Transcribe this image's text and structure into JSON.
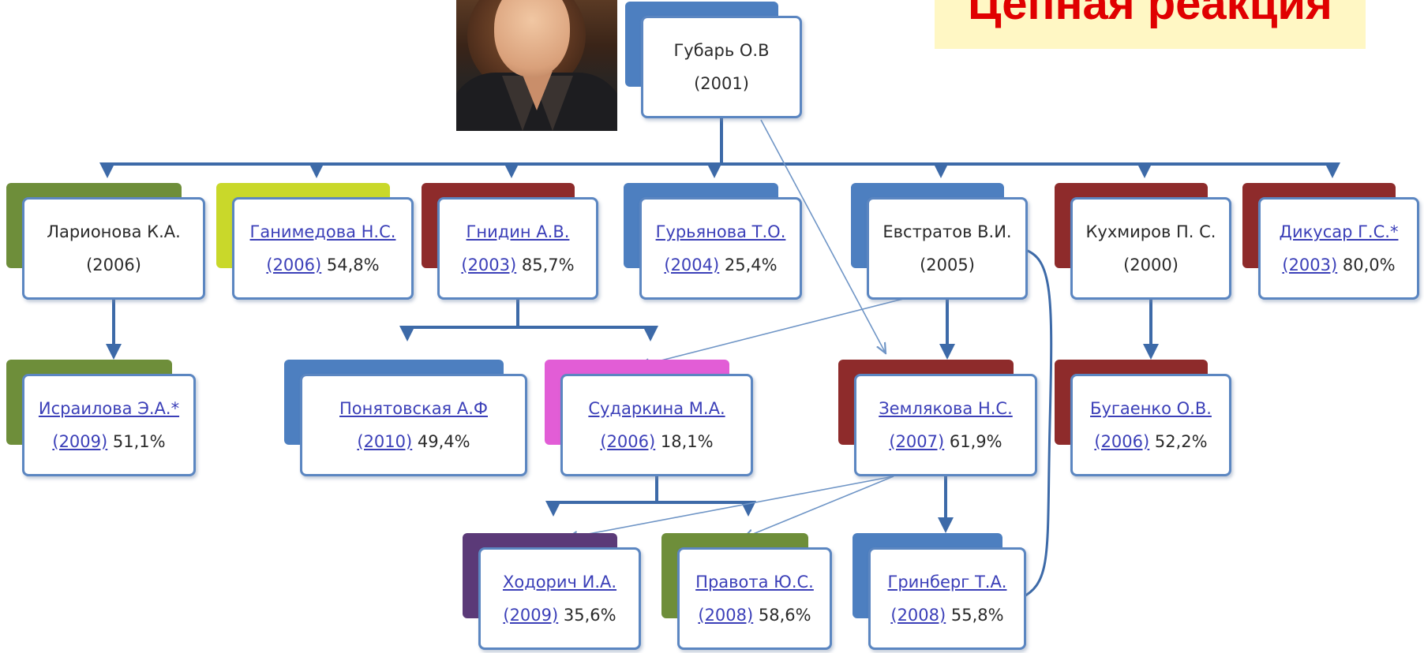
{
  "banner": {
    "title": "Цепная реакция"
  },
  "colors": {
    "blue": "#4d7fc0",
    "green": "#6e8e3a",
    "lime": "#c9d82a",
    "darkred": "#8e2b2b",
    "magenta": "#e25dd6",
    "purple": "#5b3a78",
    "line": "#3d6aa8"
  },
  "nodes": [
    {
      "id": "gubar",
      "name": "Губарь О.В",
      "year": "(2001)",
      "percent": "",
      "linked": false,
      "color": "blue"
    },
    {
      "id": "larionova",
      "name": "Ларионова К.А.",
      "year": "(2006)",
      "percent": "",
      "linked": false,
      "color": "green"
    },
    {
      "id": "ganimedova",
      "name": "Ганимедова Н.С.",
      "year": "(2006)",
      "percent": "54,8%",
      "linked": true,
      "color": "lime"
    },
    {
      "id": "gnidin",
      "name": "Гнидин А.В.",
      "year": "(2003)",
      "percent": "85,7%",
      "linked": true,
      "color": "darkred"
    },
    {
      "id": "guryanova",
      "name": "Гурьянова Т.О.",
      "year": "(2004)",
      "percent": "25,4%",
      "linked": true,
      "color": "blue"
    },
    {
      "id": "evstratov",
      "name": "Евстратов В.И.",
      "year": "(2005)",
      "percent": "",
      "linked": false,
      "color": "blue"
    },
    {
      "id": "kukhmirov",
      "name": "Кухмиров П. С.",
      "year": "(2000)",
      "percent": "",
      "linked": false,
      "color": "darkred"
    },
    {
      "id": "dikusar",
      "name": "Дикусар Г.С.*",
      "year": "(2003)",
      "percent": "80,0%",
      "linked": true,
      "color": "darkred"
    },
    {
      "id": "israilova",
      "name": "Исраилова Э.А.*",
      "year": "(2009)",
      "percent": "51,1%",
      "linked": true,
      "color": "green"
    },
    {
      "id": "ponyatovskaya",
      "name": "Понятовская А.Ф",
      "year": "(2010)",
      "percent": "49,4%",
      "linked": true,
      "color": "blue"
    },
    {
      "id": "sudarkina",
      "name": "Сударкина М.А.",
      "year": "(2006)",
      "percent": "18,1%",
      "linked": true,
      "color": "magenta"
    },
    {
      "id": "zemlyakova",
      "name": "Землякова Н.С.",
      "year": "(2007)",
      "percent": "61,9%",
      "linked": true,
      "color": "darkred"
    },
    {
      "id": "bugaenko",
      "name": "Бугаенко О.В.",
      "year": "(2006)",
      "percent": "52,2%",
      "linked": true,
      "color": "darkred"
    },
    {
      "id": "khodorich",
      "name": "Ходорич И.А.",
      "year": "(2009)",
      "percent": "35,6%",
      "linked": true,
      "color": "purple"
    },
    {
      "id": "pravota",
      "name": "Правота Ю.С.",
      "year": "(2008)",
      "percent": "58,6%",
      "linked": true,
      "color": "green"
    },
    {
      "id": "grinberg",
      "name": "Гринберг Т.А.",
      "year": "(2008)",
      "percent": "55,8%",
      "linked": true,
      "color": "blue"
    }
  ],
  "edges": [
    {
      "from": "gubar",
      "to": "larionova",
      "kind": "tree"
    },
    {
      "from": "gubar",
      "to": "ganimedova",
      "kind": "tree"
    },
    {
      "from": "gubar",
      "to": "gnidin",
      "kind": "tree"
    },
    {
      "from": "gubar",
      "to": "guryanova",
      "kind": "tree"
    },
    {
      "from": "gubar",
      "to": "evstratov",
      "kind": "tree"
    },
    {
      "from": "gubar",
      "to": "kukhmirov",
      "kind": "tree"
    },
    {
      "from": "gubar",
      "to": "dikusar",
      "kind": "tree"
    },
    {
      "from": "larionova",
      "to": "israilova",
      "kind": "tree"
    },
    {
      "from": "gnidin",
      "to": "ponyatovskaya",
      "kind": "tree"
    },
    {
      "from": "gnidin",
      "to": "sudarkina",
      "kind": "tree"
    },
    {
      "from": "evstratov",
      "to": "zemlyakova",
      "kind": "tree"
    },
    {
      "from": "kukhmirov",
      "to": "bugaenko",
      "kind": "tree"
    },
    {
      "from": "sudarkina",
      "to": "khodorich",
      "kind": "tree"
    },
    {
      "from": "sudarkina",
      "to": "pravota",
      "kind": "tree"
    },
    {
      "from": "zemlyakova",
      "to": "grinberg",
      "kind": "tree"
    },
    {
      "from": "gubar",
      "to": "zemlyakova",
      "kind": "cross"
    },
    {
      "from": "evstratov",
      "to": "sudarkina",
      "kind": "cross"
    },
    {
      "from": "zemlyakova",
      "to": "khodorich",
      "kind": "cross"
    },
    {
      "from": "zemlyakova",
      "to": "pravota",
      "kind": "cross"
    },
    {
      "from": "evstratov",
      "to": "grinberg",
      "kind": "bracket"
    }
  ]
}
